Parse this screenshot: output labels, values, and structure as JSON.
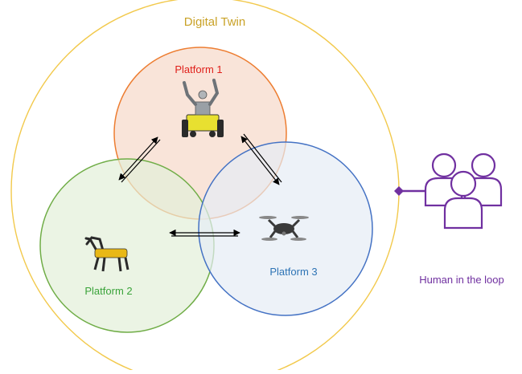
{
  "diagram": {
    "title": "Digital Twin",
    "human_label": "Human in the loop",
    "platforms": [
      {
        "label": "Platform 1",
        "icon": "wheeled-manipulator-robot-icon"
      },
      {
        "label": "Platform 2",
        "icon": "quadruped-robot-icon"
      },
      {
        "label": "Platform 3",
        "icon": "drone-icon"
      }
    ],
    "human_icon": "user-group-icon",
    "colors": {
      "outer": "#f2c94c",
      "platform1": "#ed7d31",
      "platform2": "#70ad47",
      "platform3": "#4472c4",
      "human": "#7030a0",
      "title": "#c9a227"
    }
  }
}
